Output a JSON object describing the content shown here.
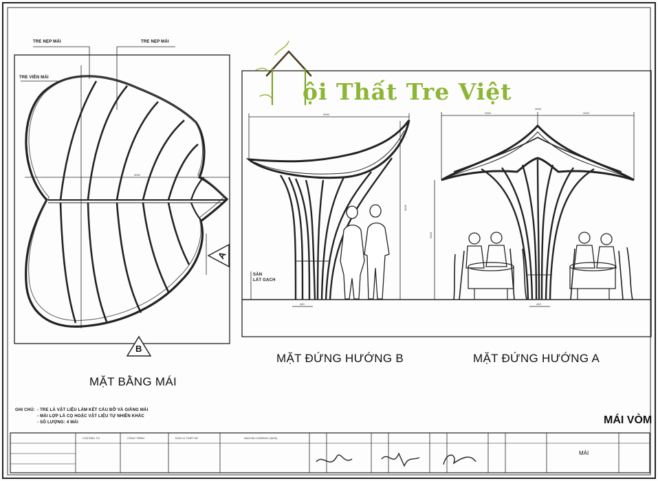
{
  "logo": {
    "text": "ội Thất Tre Việt",
    "color": "#8db536"
  },
  "plan": {
    "label_tre_nep_mai_1": "TRE NẸP MÁI",
    "label_tre_nep_mai_2": "TRE NẸP MÁI",
    "label_tre_vien_mai": "TRE VIỀN MÁI",
    "dim_width": "3000",
    "section_marker_a": "A",
    "section_marker_b": "B",
    "caption": "MẶT BẰNG MÁI"
  },
  "elevation_b": {
    "dim_top": "3000",
    "dim_height": "3000",
    "dim_base": "400",
    "floor_label_1": "SÀN",
    "floor_label_2": "LÁT GẠCH",
    "caption": "MẶT ĐỨNG HƯỚNG B"
  },
  "elevation_a": {
    "dim_left": "2000",
    "dim_total": "4000",
    "dim_right": "2000",
    "dim_height": "3000",
    "dim_base": "400",
    "caption": "MẶT ĐỨNG HƯỚNG A"
  },
  "notes": {
    "title": "GHI CHÚ:",
    "line1": "- TRE LÀ VẬT LIỆU LÀM KẾT CẤU ĐỠ VÀ GIẰNG MÁI",
    "line2": "- MÁI LỢP LÁ CỌ HOẶC VẬT LIỆU TỰ NHIÊN KHÁC",
    "line3": "- SỐ LƯỢNG: 4 MÁI"
  },
  "drawing_title": "MÁI VÒM",
  "title_block": {
    "client": "CHỦ ĐẦU TƯ",
    "project": "CÔNG TRÌNH",
    "designer": "ĐƠN VỊ THIẾT KẾ",
    "company": "NAGOM COMPANY (NHÀ)",
    "sheet_name": "MÁI"
  }
}
